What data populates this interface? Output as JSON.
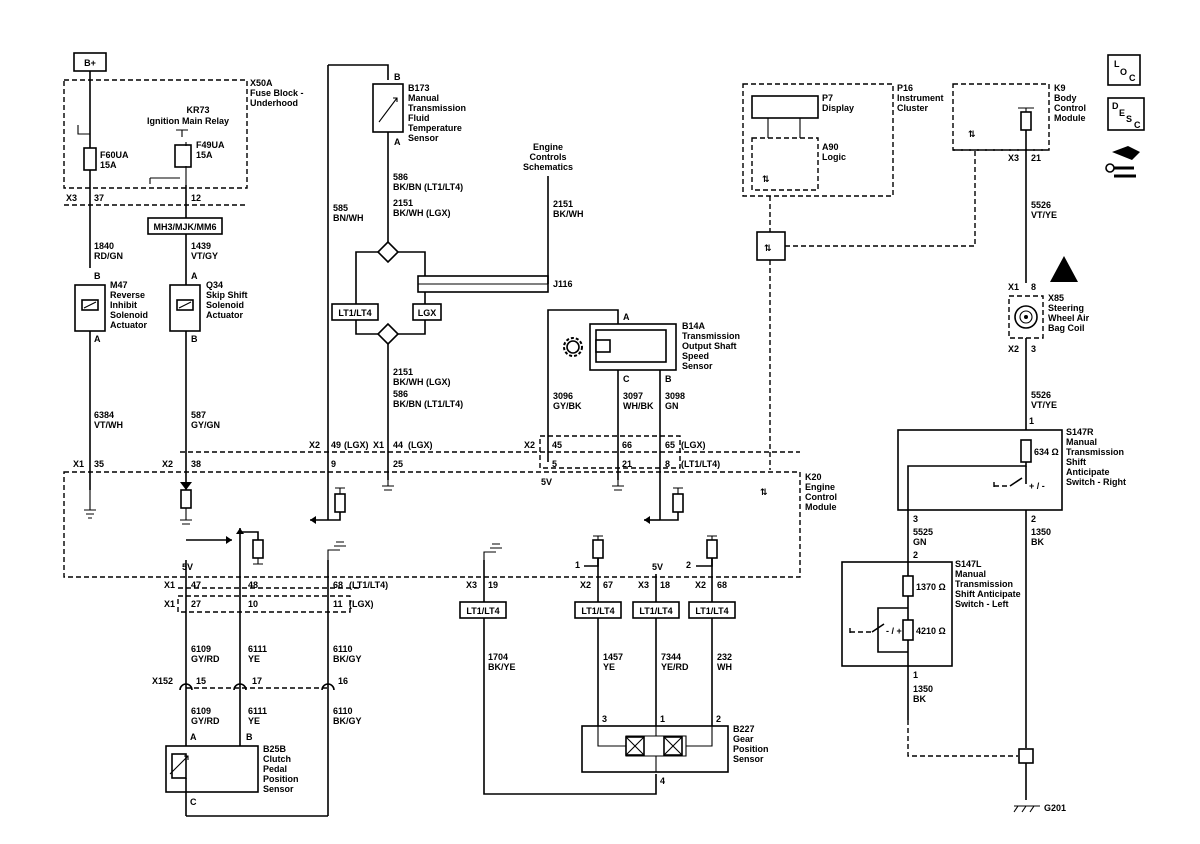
{
  "supply": {
    "label": "B+"
  },
  "fuse_block": {
    "id": "X50A",
    "name": "Fuse Block -",
    "name2": "Underhood"
  },
  "fuses": [
    {
      "id": "F60UA",
      "rating": "15A"
    },
    {
      "id": "F49UA",
      "rating": "15A"
    }
  ],
  "relay": {
    "id": "KR73",
    "name": "Ignition Main Relay"
  },
  "x3_top": {
    "conn": "X3",
    "pin1": "37",
    "pin2": "12"
  },
  "splice_label": "MH3/MJK/MM6",
  "wires_left": {
    "w1840": {
      "num": "1840",
      "color": "RD/GN"
    },
    "w1439": {
      "num": "1439",
      "color": "VT/GY"
    },
    "w6384": {
      "num": "6384",
      "color": "VT/WH"
    },
    "w587": {
      "num": "587",
      "color": "GY/GN"
    }
  },
  "m47": {
    "id": "M47",
    "l1": "Reverse",
    "l2": "Inhibit",
    "l3": "Solenoid",
    "l4": "Actuator",
    "pinA": "B",
    "pinB": "A"
  },
  "q34": {
    "id": "Q34",
    "l1": "Skip Shift",
    "l2": "Solenoid",
    "l3": "Actuator",
    "pinA": "A",
    "pinB": "B"
  },
  "b173": {
    "id": "B173",
    "l1": "Manual",
    "l2": "Transmission",
    "l3": "Fluid",
    "l4": "Temperature",
    "l5": "Sensor",
    "pinB": "B",
    "pinA": "A"
  },
  "wires_mid": {
    "w585": {
      "num": "585",
      "color": "BN/WH"
    },
    "w586a": {
      "num": "586",
      "color": "BK/BN (LT1/LT4)"
    },
    "w2151a": {
      "num": "2151",
      "color": "BK/WH (LGX)"
    },
    "w2151b": {
      "num": "2151",
      "color": "BK/WH (LGX)"
    },
    "w586b": {
      "num": "586",
      "color": "BK/BN (LT1/LT4)"
    },
    "w2151c": {
      "num": "2151",
      "color": "BK/WH"
    }
  },
  "engine_controls": {
    "l1": "Engine",
    "l2": "Controls",
    "l3": "Schematics"
  },
  "j116": "J116",
  "variant_lt": "LT1/LT4",
  "variant_lgx": "LGX",
  "b14a": {
    "id": "B14A",
    "l1": "Transmission",
    "l2": "Output Shaft",
    "l3": "Speed",
    "l4": "Sensor",
    "pinA": "A",
    "pinC": "C",
    "pinB": "B"
  },
  "wires_b14": {
    "w3096": {
      "num": "3096",
      "color": "GY/BK"
    },
    "w3097": {
      "num": "3097",
      "color": "WH/BK"
    },
    "w3098": {
      "num": "3098",
      "color": "GN"
    }
  },
  "x2_row": {
    "x2a": "X2",
    "p49": "49",
    "lgx1": "(LGX)",
    "x1b": "X1",
    "p44": "44",
    "lgx2": "(LGX)",
    "x2b": "X2",
    "p45": "45",
    "p66": "66",
    "p65": "65",
    "lgx3": "(LGX)"
  },
  "ecm_row": {
    "x1": "X1",
    "p35": "35",
    "x2": "X2",
    "p38": "38",
    "p9": "9",
    "p25": "25",
    "p5": "5",
    "p21": "21",
    "p8": "8",
    "lt": "(LT1/LT4)",
    "v5": "5V"
  },
  "k20": {
    "id": "K20",
    "l1": "Engine",
    "l2": "Control",
    "l3": "Module"
  },
  "p16": {
    "id": "P16",
    "l1": "Instrument",
    "l2": "Cluster"
  },
  "p7": {
    "id": "P7",
    "l1": "Display"
  },
  "a90": {
    "id": "A90",
    "l1": "Logic"
  },
  "k9": {
    "id": "K9",
    "l1": "Body",
    "l2": "Control",
    "l3": "Module",
    "conn": "X3",
    "pin": "21"
  },
  "w5526a": {
    "num": "5526",
    "color": "VT/YE"
  },
  "w5526b": {
    "num": "5526",
    "color": "VT/YE"
  },
  "x85": {
    "id": "X85",
    "l1": "Steering",
    "l2": "Wheel Air",
    "l3": "Bag Coil",
    "x1": "X1",
    "p8": "8",
    "x2": "X2",
    "p3": "3"
  },
  "s147r": {
    "id": "S147R",
    "l1": "Manual",
    "l2": "Transmission",
    "l3": "Shift",
    "l4": "Anticipate",
    "l5": "Switch - Right",
    "res": "634 Ω",
    "sw": "+ / -",
    "p1": "1",
    "p3": "3",
    "p2": "2"
  },
  "w5525": {
    "num": "5525",
    "color": "GN"
  },
  "w1350a": {
    "num": "1350",
    "color": "BK"
  },
  "w1350b": {
    "num": "1350",
    "color": "BK"
  },
  "s147l": {
    "id": "S147L",
    "l1": "Manual",
    "l2": "Transmission",
    "l3": "Shift Anticipate",
    "l4": "Switch - Left",
    "r1": "1370 Ω",
    "r2": "4210 Ω",
    "sw": "- / +",
    "p2": "2",
    "p1": "1"
  },
  "ground": "G201",
  "bottom_conn": {
    "x1a": "X1",
    "p47": "47",
    "p48": "48",
    "p68": "68",
    "lt": "(LT1/LT4)",
    "x1b": "X1",
    "p27": "27",
    "p10": "10",
    "p11": "11",
    "lgx": "(LGX)",
    "v5a": "5V",
    "x3": "X3",
    "p19": "19",
    "x2a": "X2",
    "p67": "67",
    "x3b": "X3",
    "p18": "18",
    "x2b": "X2",
    "p68b": "68",
    "v5b": "5V",
    "n1": "1",
    "n2": "2"
  },
  "wires_bottom": {
    "w6109a": {
      "num": "6109",
      "color": "GY/RD"
    },
    "w6111a": {
      "num": "6111",
      "color": "YE"
    },
    "w6110a": {
      "num": "6110",
      "color": "BK/GY"
    },
    "w6109b": {
      "num": "6109",
      "color": "GY/RD"
    },
    "w6111b": {
      "num": "6111",
      "color": "YE"
    },
    "w6110b": {
      "num": "6110",
      "color": "BK/GY"
    },
    "w1704": {
      "num": "1704",
      "color": "BK/YE"
    },
    "w1457": {
      "num": "1457",
      "color": "YE"
    },
    "w7344": {
      "num": "7344",
      "color": "YE/RD"
    },
    "w232": {
      "num": "232",
      "color": "WH"
    }
  },
  "x152": {
    "id": "X152",
    "p15": "15",
    "p17": "17",
    "p16": "16"
  },
  "b25b": {
    "id": "B25B",
    "l1": "Clutch",
    "l2": "Pedal",
    "l3": "Position",
    "l4": "Sensor",
    "pA": "A",
    "pB": "B",
    "pC": "C"
  },
  "b227": {
    "id": "B227",
    "l1": "Gear",
    "l2": "Position",
    "l3": "Sensor",
    "p3": "3",
    "p1": "1",
    "p2": "2",
    "p4": "4"
  },
  "icons": {
    "loc": [
      "L",
      "O",
      "C"
    ],
    "desc": [
      "D",
      "E",
      "S",
      "C"
    ]
  }
}
